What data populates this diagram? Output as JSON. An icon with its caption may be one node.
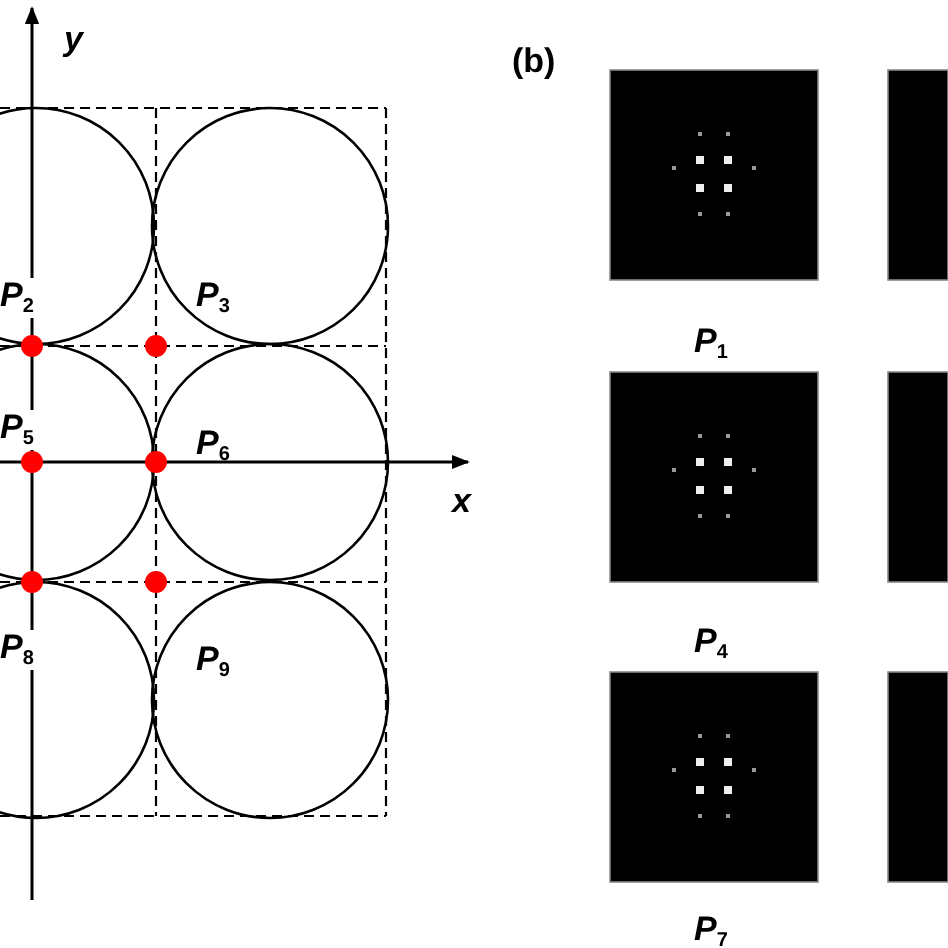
{
  "diagram": {
    "labels": [
      "y",
      "P$_{2}$",
      "P$_{3}$",
      "P$_{5}$",
      "P$_{6}$",
      "x",
      "P$_{8}$",
      "P$_{9}$",
      "(b)",
      "P$_{1}$",
      "P$_{4}$",
      "P$_{7}$"
    ]
  }
}
